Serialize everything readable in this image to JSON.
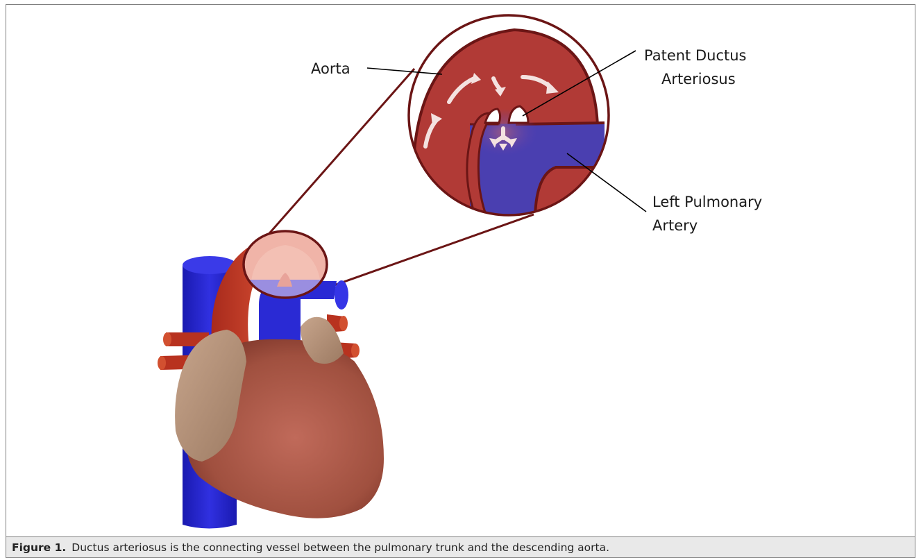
{
  "figure": {
    "labels": {
      "aorta": "Aorta",
      "pda_line1": "Patent Ductus",
      "pda_line2": "Arteriosus",
      "lpa_line1": "Left Pulmonary",
      "lpa_line2": "Artery"
    },
    "caption": {
      "label": "Figure 1.",
      "text": "Ductus arteriosus is the connecting vessel between the pulmonary trunk and the descending aorta."
    }
  },
  "colors": {
    "aorta_red": "#b23b33",
    "pulmonary_blue": "#3d3fb0",
    "vena_cava_blue": "#2222c8",
    "heart_muscle": "#a85648",
    "atrium_tan": "#b08f78",
    "outline_maroon": "#6b1515"
  }
}
